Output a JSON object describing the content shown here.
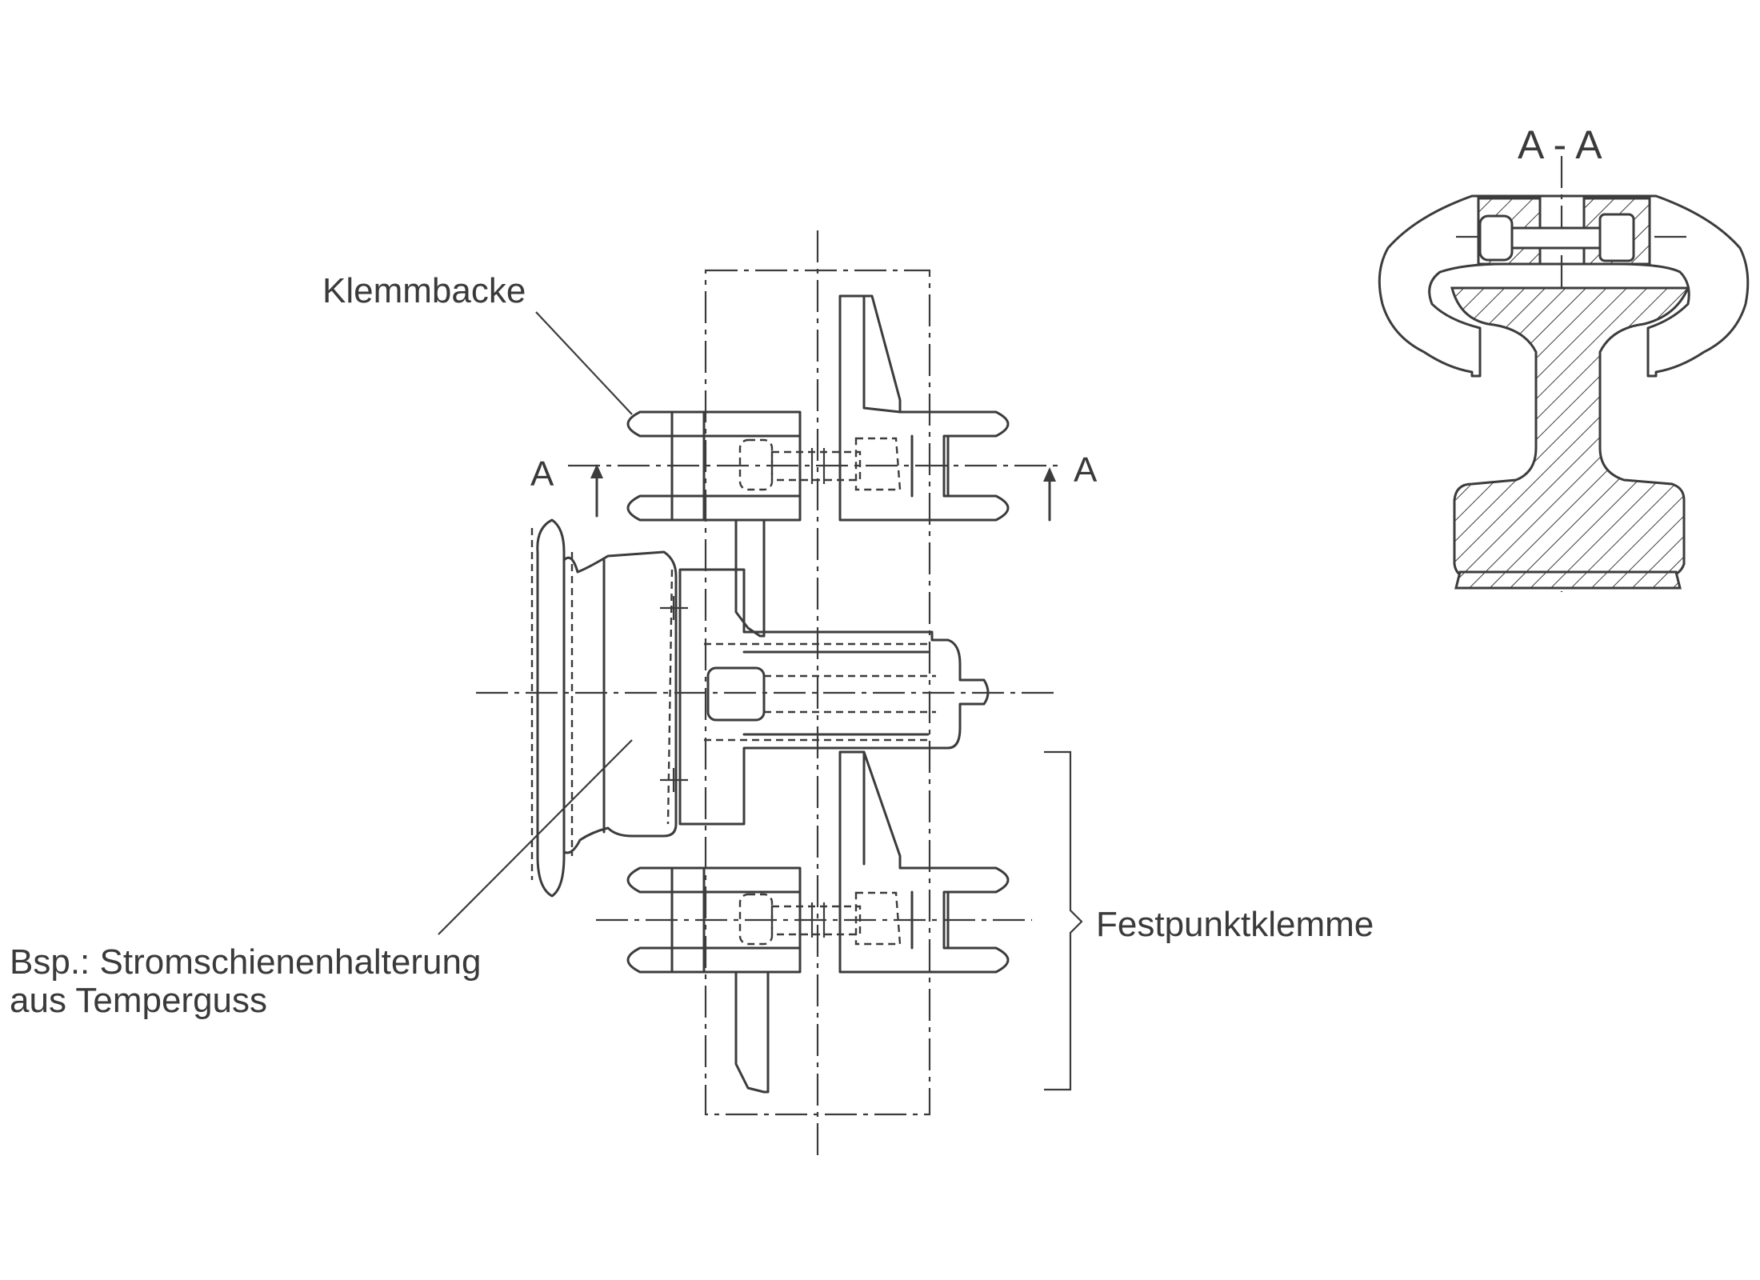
{
  "labels": {
    "klemmbacke": "Klemmbacke",
    "festpunkt": "Festpunktklemme",
    "bsp_line1": "Bsp.: Stromschienenhalterung",
    "bsp_line2": "aus Temperguss",
    "section_marker_left": "A",
    "section_marker_right": "A",
    "section_title": "A - A"
  }
}
